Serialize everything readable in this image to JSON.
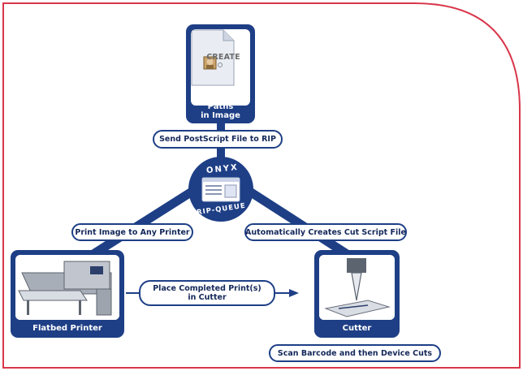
{
  "create_card": {
    "doc_label": "CREATE",
    "caption_line1": "Define Cut Paths",
    "caption_line2": "in Image"
  },
  "steps": {
    "send_postscript": "Send PostScript File to RIP",
    "print_image": "Print Image to Any Printer",
    "auto_cut_script": "Automatically Creates Cut Script File",
    "place_print_line1": "Place Completed Print(s)",
    "place_print_line2": "in Cutter",
    "scan_barcode": "Scan Barcode and then Device Cuts"
  },
  "hub": {
    "top_label": "ONYX",
    "bottom_label": "RIP-QUEUE"
  },
  "printer_card": {
    "caption": "Flatbed Printer"
  },
  "cutter_card": {
    "caption": "Cutter"
  },
  "colors": {
    "navy": "#1e3f86",
    "border_red": "#d9364a",
    "text_dark": "#14285a"
  }
}
